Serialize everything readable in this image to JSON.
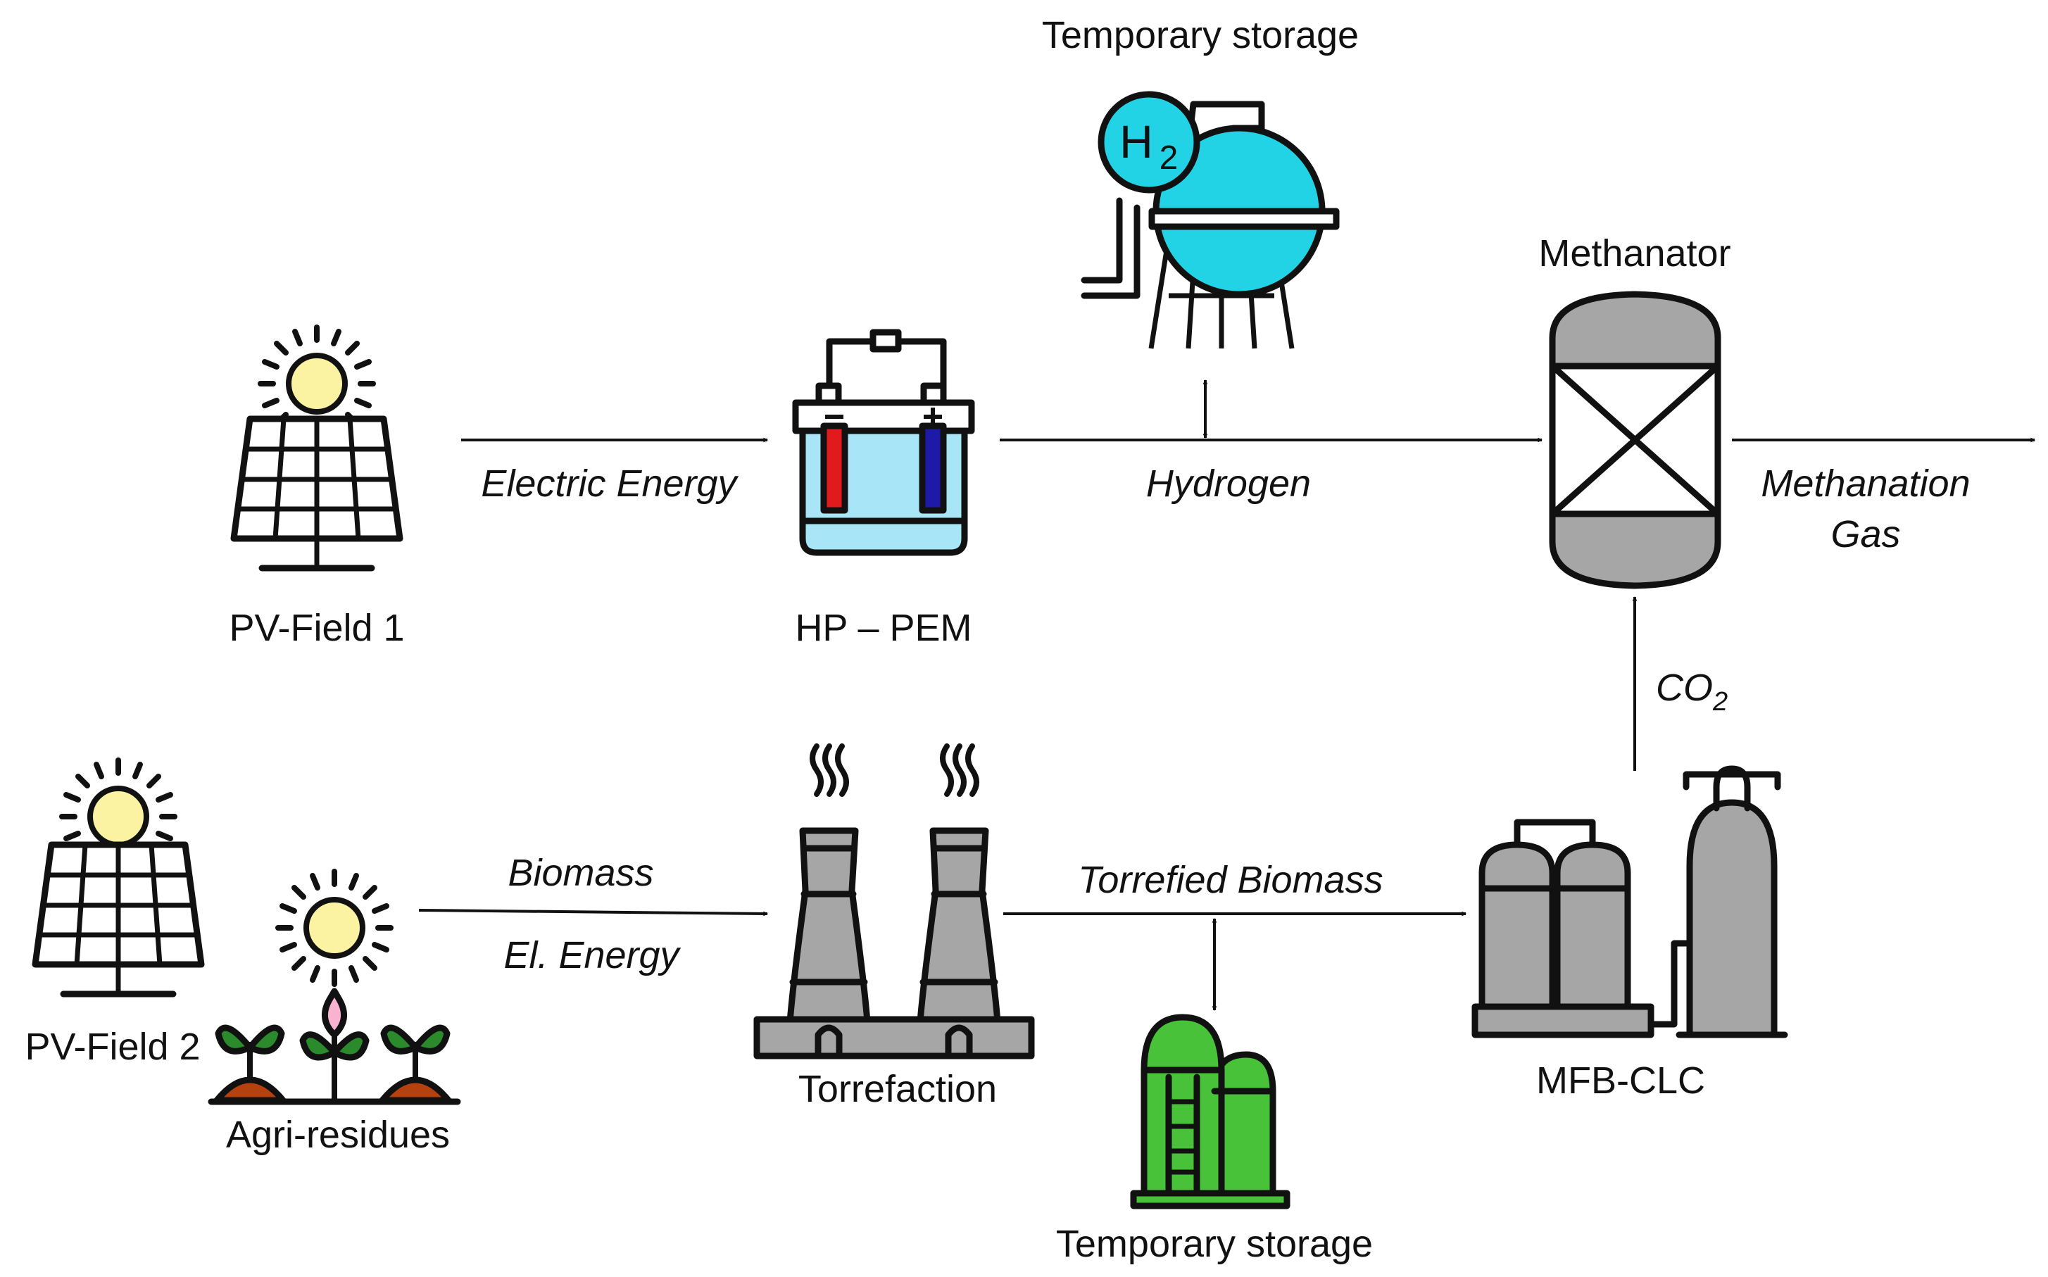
{
  "nodes": {
    "pv1": "PV-Field 1",
    "pem": "HP – PEM",
    "h2_storage": "Temporary storage",
    "h2_symbol": "H",
    "h2_sub": "2",
    "methanator": "Methanator",
    "pv2": "PV-Field 2",
    "agri": "Agri-residues",
    "torrefaction": "Torrefaction",
    "mfbclc": "MFB-CLC",
    "bio_storage": "Temporary storage"
  },
  "flows": {
    "electric_energy": "Electric Energy",
    "hydrogen": "Hydrogen",
    "methanation_1": "Methanation",
    "methanation_2": "Gas",
    "co2_base": "CO",
    "co2_sub": "2",
    "biomass": "Biomass",
    "el_energy": "El. Energy",
    "torrefied": "Torrefied Biomass"
  },
  "colors": {
    "sun": "#fbf3a2",
    "h2_tank": "#22d3e6",
    "electrolyte": "#a8e6f7",
    "anode": "#e11b1b",
    "cathode": "#1e1aa8",
    "gray": "#a6a6a6",
    "green": "#48c238",
    "leaf": "#2b8a2b",
    "soil": "#b5410e",
    "flower": "#f7b3cf"
  }
}
